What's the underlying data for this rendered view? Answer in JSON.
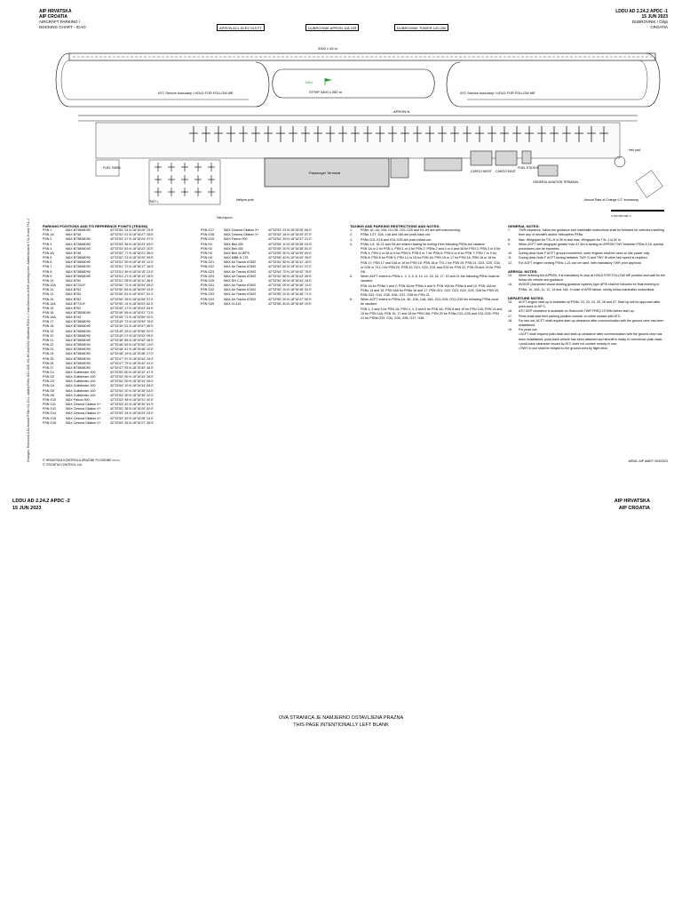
{
  "header": {
    "left_line1": "AIP HRVATSKA",
    "left_line2": "AIP CROATIA",
    "left_line3": "AIRCRAFT PARKING /",
    "left_line4": "DOCKING CHART - ICAO",
    "right_line1": "LDDU AD 2.24.2 APDC -1",
    "right_line2": "15 JUN 2023",
    "right_line3": "DUBROVNIK / Čilipi",
    "right_line4": "CROATIA"
  },
  "freq_boxes": [
    "APRON ACL ELEV 519 FT",
    "DUBROVNIK APRON 118,225",
    "DUBROVNIK TOWER 120,250"
  ],
  "chart_labels": {
    "rwy_dim": "3300 x 45 m",
    "rwy_strip": "STRIP 3300 x 280 m",
    "atc_left": "ATC Service boundary / HOLD FOR FOLLOW ME",
    "atc_right": "ATC Service boundary / HOLD FOR FOLLOW ME",
    "apron_n": "APRON N",
    "passenger_terminal": "Passenger Terminal",
    "fuel_farm": "FUEL FARM",
    "heliport": "Heliport pole",
    "twy_l": "TWY L",
    "hard_apron": "Hard apron",
    "wind_sock": "WDI",
    "cargo_west": "CARGO WEST",
    "cargo_east": "CARGO EAST",
    "fuel_station": "FUEL STATION",
    "general_aviation": "GENERAL AVIATION TERMINAL",
    "heli_pad": "Heli pad",
    "annual_note": "Annual Rate of Change 0.2° increasing",
    "scale": "0    100    200    300 m"
  },
  "side_note": "Changes: Removed CAL Moved PSNs G1-G11, added PSNs G21-G26, H1-H4 and G32; Modified PSNs 1-7 and Divisions of B/K parking lines, Added taxilane TXL-H and TXL-J",
  "parking_table": {
    "title": "PARKING POSITIONS AND ITS REFERENCE POINTS (TRSGM)",
    "rows": [
      [
        "PSN 1",
        "MAX B738/MD90",
        "42°33'53\",24 N 18°16'26\",29 E"
      ],
      [
        "PSN 1A",
        "MAX B748",
        "42°33'53\",01 N 18°16'27\",18 E"
      ],
      [
        "PSN 2",
        "MAX B738/MD90",
        "42°33'53\",47 N 18°16'24\",97 E"
      ],
      [
        "PSN 3",
        "MAX B738/MD90",
        "42°33'53\",36 N 18°16'23\",83 E"
      ],
      [
        "PSN 4",
        "MAX B738/MD90",
        "42°33'53\",63 N 18°16'22\",20 E"
      ],
      [
        "PSN 4A",
        "MAX B748",
        "42°33'52\",77 N 18°16'21\",56 E"
      ],
      [
        "PSN 5",
        "MAX B738/MD90",
        "42°33'52\",21 N 18°16'20\",99 E"
      ],
      [
        "PSN 6",
        "MAX B738/MD90",
        "42°33'51\",90 N 18°16'19\",12 E"
      ],
      [
        "PSN 7",
        "MAX B738/MD90",
        "42°33'51\",72 N 18°16'17\",16 E"
      ],
      [
        "PSN 8",
        "MAX B738/MD90",
        "42°33'51\",49 N 18°16'15\",23 E"
      ],
      [
        "PSN 9",
        "MAX B738/MD90",
        "42°33'51\",27 N 18°16'13\",28 E"
      ],
      [
        "PSN 10",
        "MAX B752",
        "42°33'51\",05 N 18°16'11\",36 E"
      ],
      [
        "PSN 10A",
        "MAX B772LR",
        "42°33'50\",72 N 18°16'09\",65 E"
      ],
      [
        "PSN 11",
        "MAX B752",
        "42°33'50\",83 N 18°16'09\",43 E"
      ],
      [
        "PSN 12",
        "MAX B752",
        "42°33'50\",61 N 18°16'07\",51 E"
      ],
      [
        "PSN 14",
        "MAX B752",
        "42°33'50\",39 N 18°16'05\",57 E"
      ],
      [
        "PSN 14A",
        "MAX B772LR",
        "42°33'50\",14 N 18°16'03\",82 E"
      ],
      [
        "PSN 15",
        "MAX B752",
        "42°33'50\",17 N 18°16'03\",64 E"
      ],
      [
        "PSN 16",
        "MAX B738/MD90",
        "42°33'49\",95 N 18°16'01\",71 E"
      ],
      [
        "PSN 16A",
        "MAX B744",
        "42°33'49\",71 N 18°15'59\",92 E"
      ],
      [
        "PSN 17",
        "MAX B738/MD90",
        "42°33'49\",73 N 18°15'59\",78 E"
      ],
      [
        "PSN 18",
        "MAX B738/MD90",
        "42°33'49\",51 N 18°15'57\",85 E"
      ],
      [
        "PSN 19",
        "MAX B738/MD90",
        "42°33'49\",29 N 18°15'55\",92 E"
      ],
      [
        "PSN 20",
        "MAX B738/MD90",
        "42°33'49\",07 N 18°15'53\",99 E"
      ],
      [
        "PSN 21",
        "MAX B738/MD90",
        "42°33'48\",85 N 18°15'52\",06 E"
      ],
      [
        "PSN 22",
        "MAX B738/MD90",
        "42°33'48\",63 N 18°15'50\",13 E"
      ],
      [
        "PSN 23",
        "MAX B738/MD90",
        "42°33'48\",41 N 18°15'48\",20 E"
      ],
      [
        "PSN 24",
        "MAX B738/MD90",
        "42°33'48\",19 N 18°15'46\",27 E"
      ],
      [
        "PSN 25",
        "MAX B738/MD90",
        "42°33'47\",97 N 18°15'44\",34 E"
      ],
      [
        "PSN 26",
        "MAX B738/MD90",
        "42°33'47\",75 N 18°15'42\",41 E"
      ],
      [
        "PSN 27",
        "MAX B738/MD90",
        "42°33'47\",53 N 18°15'40\",48 E"
      ],
      [
        "PSN G1",
        "MAX Gulfstream 100",
        "42°33'53\",80 N 18°16'32\",47 E"
      ],
      [
        "PSN G2",
        "MAX Gulfstream 100",
        "42°33'53\",90 N 18°16'33\",26 E"
      ],
      [
        "PSN G3",
        "MAX Gulfstream 100",
        "42°33'54\",00 N 18°16'34\",05 E"
      ],
      [
        "PSN G4",
        "MAX Gulfstream 100",
        "42°33'54\",10 N 18°16'34\",84 E"
      ],
      [
        "PSN G5",
        "MAX Gulfstream 100",
        "42°33'54\",20 N 18°16'35\",63 E"
      ],
      [
        "PSN G6",
        "MAX Gulfstream 100",
        "42°33'54\",30 N 18°16'36\",42 E"
      ],
      [
        "PSN G10",
        "MAX Falcon 900",
        "42°33'53\",48 N 18°16'31\",40 E"
      ],
      [
        "PSN G11",
        "MAX Cessna Citation X+",
        "42°33'53\",42 N 18°16'30\",61 E"
      ],
      [
        "PSN G12",
        "MAX Cessna Citation X+",
        "42°33'53\",38 N 18°16'29\",82 E"
      ],
      [
        "PSN G14",
        "MAX Cessna Citation X+",
        "42°33'53\",34 N 18°16'29\",03 E"
      ],
      [
        "PSN G15",
        "MAX Cessna Citation X+",
        "42°33'53\",30 N 18°16'28\",24 E"
      ],
      [
        "PSN G16",
        "MAX Cessna Citation X+",
        "42°33'53\",26 N 18°16'27\",45 E"
      ]
    ],
    "rows2": [
      [
        "PSN G17",
        "MAX Cessna Citation X+",
        "42°33'53\",22 N 18°16'26\",66 E"
      ],
      [
        "PSN G18",
        "MAX Cessna Citation X+",
        "42°33'53\",18 N 18°16'25\",87 E"
      ],
      [
        "PSN G19",
        "MAX Falcon 900",
        "42°33'54\",39 N 18°16'37\",21 E"
      ],
      [
        "PSN H1",
        "MAX Bell 430",
        "42°33'55\",10 N 18°16'38\",02 E"
      ],
      [
        "PSN H2",
        "MAX Bell 430",
        "42°33'55\",20 N 18°16'38\",81 E"
      ],
      [
        "PSN H3",
        "MAX Bell 412EPX",
        "42°33'55\",30 N 18°16'39\",60 E"
      ],
      [
        "PSN H4",
        "MAX MBB H-175",
        "42°33'55\",40 N 18°16'40\",39 E"
      ],
      [
        "PSN G21",
        "MAX Air Tractor AT402",
        "42°33'54\",50 N 18°16'41\",18 E"
      ],
      [
        "PSN G22",
        "MAX Air Tractor AT402",
        "42°33'54\",60 N 18°16'41\",97 E"
      ],
      [
        "PSN G23",
        "MAX Air Tractor AT402",
        "42°33'54\",70 N 18°16'42\",76 E"
      ],
      [
        "PSN G24",
        "MAX Air Tractor AT402",
        "42°33'54\",80 N 18°16'43\",55 E"
      ],
      [
        "PSN G25",
        "MAX DH C-8",
        "42°33'54\",90 N 18°16'44\",34 E"
      ],
      [
        "PSN G31",
        "MAX Air Tractor AT402",
        "42°33'55\",00 N 18°16'45\",13 E"
      ],
      [
        "PSN G32",
        "MAX Air Tractor AT402",
        "42°33'55\",10 N 18°16'45\",92 E"
      ],
      [
        "PSN G33",
        "MAX Air Tractor AT402",
        "42°33'55\",20 N 18°16'46\",71 E"
      ],
      [
        "PSN G34",
        "MAX Air Tractor AT402",
        "42°33'55\",30 N 18°16'47\",50 E"
      ],
      [
        "PSN G35",
        "MAX CL415",
        "42°33'55\",40 N 18°16'48\",29 E"
      ]
    ]
  },
  "taxiing_notes": {
    "title": "TAXIING AND PARKING RESTRICTIONS AND NOTES:",
    "items": [
      [
        "1.",
        "PSNs 1A, 4A, 10A, G1-G6, G21-G25 and H1-H4 are self-manoeuvring."
      ],
      [
        "2.",
        "PSNs 1-27, 10A, 14A and 16A are push-back out."
      ],
      [
        "3.",
        "PSNs G11-G18 and G31-G35 are push-in/taxi-out."
      ],
      [
        "4.",
        "PSNs 1-8, 15-21 and G8 are shared-taxiing for exiting if the following PSNs are vacated:"
      ],
      [
        "",
        "PSN 1A or 2 for PSN 1; PSN 1 or 3 for PSN 2; PSNs 2 and 4 or 4 and 4A for PSN 3; PSN 3 or 5 for PSN 4; PSN 4 or 4A or 6 for PSN 5; PSN 5 or 7 for PSN 6; PSN 6 or 8 for PSN 7; PSN 7 or 9 for PSN 8; PSN 8 for PSN 9; PSN 14 or 15 for PSN 16; PSN 15 or 17 for PSN 16; PSN 16 or 18 for PSN 17; PSN 17 and 10A or 19 for PSN 18; PSN 18 or TXL J for PSN 19; PSN 21, G24, G25, G34 or G35 or TXL J for PSN 20; PSN 20, G21, G22, G31 and G32 for PSN 21; PSN 25 and 14 for PSN G8."
      ],
      [
        "5.",
        "When ACFT enters to PSNs 1, 2, 4, 5, 8, 10, 14, 15, 16, 17, 20 and 21 the following PSNs must be vacated:"
      ],
      [
        "",
        "PSN 1A for PSNs 1 and 2; PSN 4A for PSNs 4 and 5; PSN 10A for PSNs 8 and 10; PSN 14A for PSNs 14 and 15; PSN 16A for PSNs 16 and 17; PSN G21, G22, G23, G24, G25, G26 for PSN 20; PSN G33, G34, G35, G36, G37, G38 for PSN 21."
      ],
      [
        "6.",
        "When ACFT enters to PSNs 1A, 4A, 10A, 14A, 16A, G21-G25, G31-G35 the following PSNs must be vacated:"
      ],
      [
        "",
        "PSN 1, 2 and 3 for PSN 1A; PSN 4, 4, 5 and 6 for PSN 4A; PSN 8 and 10 for PSN 10A; PSN 14 and 15 for PSN 14A; PSN 16, 17 and 18 for PSN 16A; PSN 20 for PSNs G21-G25 and G31-G35; PSN 21 for PSNs G33, G34, G35, G36, G37, G38."
      ]
    ]
  },
  "general_notes": {
    "title": "GENERAL NOTES:",
    "items": [
      [
        "7.",
        "TWR clearance, follow-me guidance and marshaller instructions shall be followed for vehicles travelling from any of aircraft's and/or helicopters PSNs."
      ],
      [
        "8.",
        "Max. Wingspan for TXL-H is 36 m and max. Wingspan for TXL-J is 52 m."
      ],
      [
        "9.",
        "When ACFT with wingspan greater than 47,5m is taxiing on APRON TWY between PSNs 5-16, special procedures can be expected."
      ],
      [
        "10.",
        "During clear Note F ACFT ground movement, outer engines shall be used on idle power only."
      ],
      [
        "11.",
        "During clear Note F ACFT taxiing between TWY G and TWY W other taxi speed is required."
      ],
      [
        "12.",
        "For ACFT engine running PSNs 1-21 can be used, with mandatory TWR prior approval."
      ]
    ]
  },
  "arrival_notes": {
    "title": "ARRIVAL NOTES:",
    "items": [
      [
        "13.",
        "When entering the APRON, it is mandatory to stop at HOLD FOR FOLLOW ME position and wait for the follow me vehicle and guidance."
      ],
      [
        "14.",
        "AVGDS (Advanced visual docking guidance system) type APIS shall be followed for final entering to PSNs: 10, 10A, 11, 12, 14 and 14A. In case of APIS failure, strictly follow marshaller instructions."
      ]
    ]
  },
  "departure_notes": {
    "title": "DEPARTURE NOTES:",
    "items": [
      [
        "15.",
        "ACFT engine start up is forbidden at PSNs: 22, 23, 24, 25, 26 and 27. Start up will be approved after push-back to HP C."
      ],
      [
        "16.",
        "ATC DEP clearance is available on Dubrovnik TWR FREQ 10 MIN before start up."
      ],
      [
        "17.",
        "Pilots shall start their parking position number on initial contact with ATC."
      ],
      [
        "18.",
        "For taxi out, ACFT shall request start-up clearance after communication with the ground crew has been established."
      ],
      [
        "19.",
        "For push-out:"
      ],
      [
        "",
        "• ACFT shall request push-back and start-up clearance after communication with the ground crew has been established; push-back vehicle has been attached and aircraft is ready to commence push-back;"
      ],
      [
        "",
        "• push-back clearance issued by ATC does not contain runway in use;"
      ],
      [
        "",
        "• RWY in use shall be relayed to the ground crew by flight deck."
      ]
    ]
  },
  "footer": {
    "left_line1": "© HRVATSKA KONTROLA ZRAČNE PLOVIDBE d.o.o.",
    "left_line2": "© CROATIA CONTROL Ltd.",
    "right": "AIRAC AIP AMDT 003/2023"
  },
  "page2": {
    "left_line1": "LDDU AD 2.24.2 APDC -2",
    "left_line2": "15 JUN 2023",
    "right_line1": "AIP HRVATSKA",
    "right_line2": "AIP CROATIA",
    "blank_line1": "OVA STRANICA JE NAMJERNO OSTAVLJENA PRAZNA",
    "blank_line2": "THIS PAGE INTENTIONALLY LEFT BLANK"
  }
}
